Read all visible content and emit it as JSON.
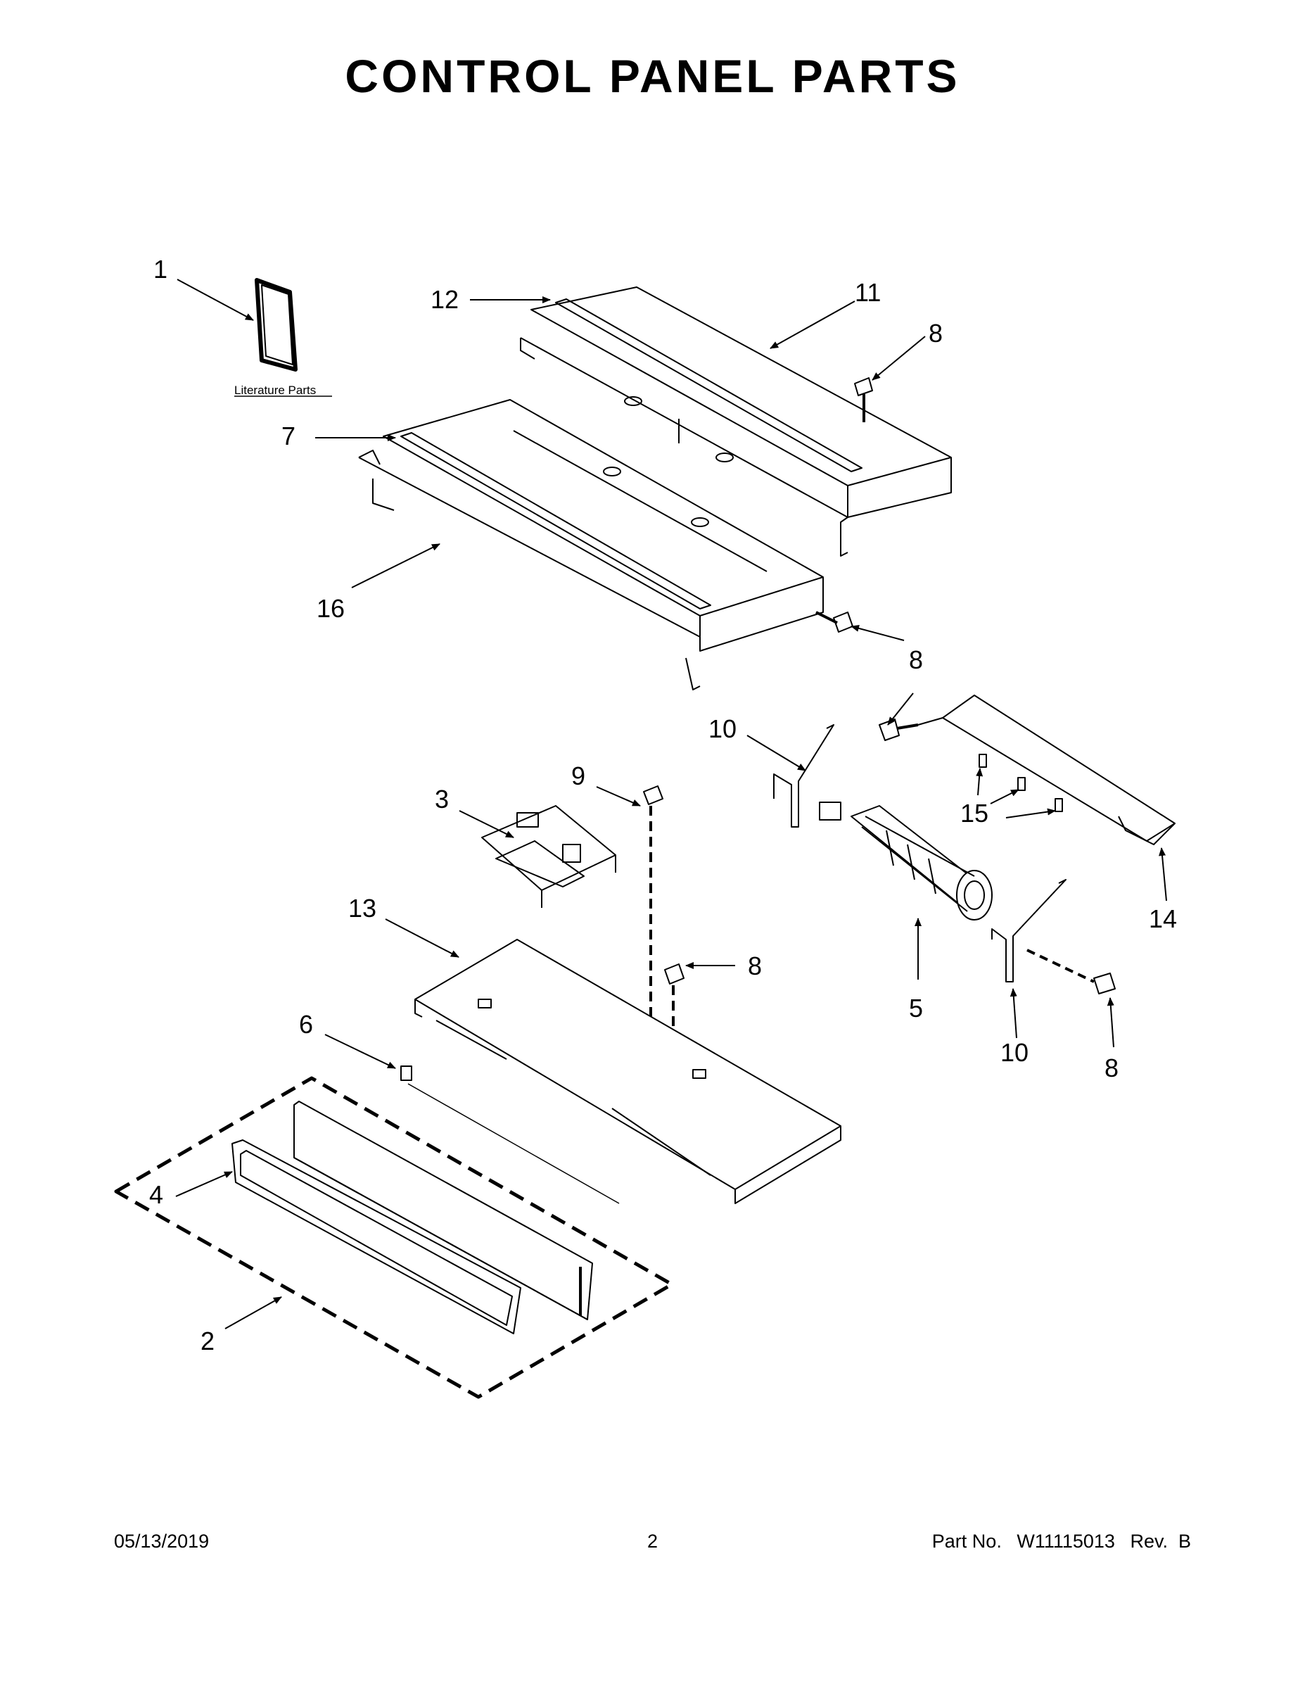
{
  "title": "CONTROL PANEL PARTS",
  "literature_label": "Literature Parts",
  "callouts": {
    "c1": "1",
    "c2": "2",
    "c3": "3",
    "c4": "4",
    "c5": "5",
    "c6": "6",
    "c7": "7",
    "c8a": "8",
    "c8b": "8",
    "c8c": "8",
    "c8d": "8",
    "c9": "9",
    "c10a": "10",
    "c10b": "10",
    "c11": "11",
    "c12": "12",
    "c13": "13",
    "c14": "14",
    "c15": "15",
    "c16": "16"
  },
  "footer": {
    "date": "05/13/2019",
    "page": "2",
    "part_label": "Part No.",
    "part_number": "W11115013",
    "rev": "Rev.  B"
  }
}
